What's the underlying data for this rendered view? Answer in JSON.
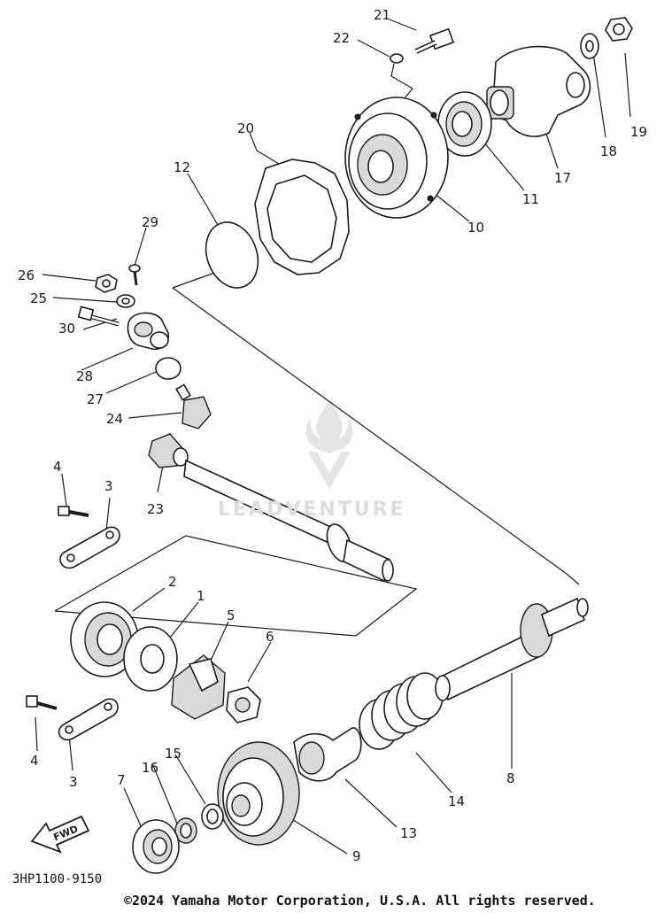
{
  "diagram": {
    "part_labels": {
      "p1": "1",
      "p2": "2",
      "p3a": "3",
      "p3b": "3",
      "p4a": "4",
      "p4b": "4",
      "p5": "5",
      "p6": "6",
      "p7": "7",
      "p8": "8",
      "p9": "9",
      "p10": "10",
      "p11": "11",
      "p12": "12",
      "p13": "13",
      "p14": "14",
      "p15": "15",
      "p16": "16",
      "p17": "17",
      "p18": "18",
      "p19": "19",
      "p20": "20",
      "p21": "21",
      "p22": "22",
      "p23": "23",
      "p24": "24",
      "p25": "25",
      "p26": "26",
      "p27": "27",
      "p28": "28",
      "p29": "29",
      "p30": "30"
    },
    "fwd_label": "FWD",
    "diagram_code": "3HP1100-9150"
  },
  "watermark": {
    "text": "LEADVENTURE"
  },
  "footer": {
    "copyright": "©2024 Yamaha Motor Corporation, U.S.A. All rights reserved."
  }
}
